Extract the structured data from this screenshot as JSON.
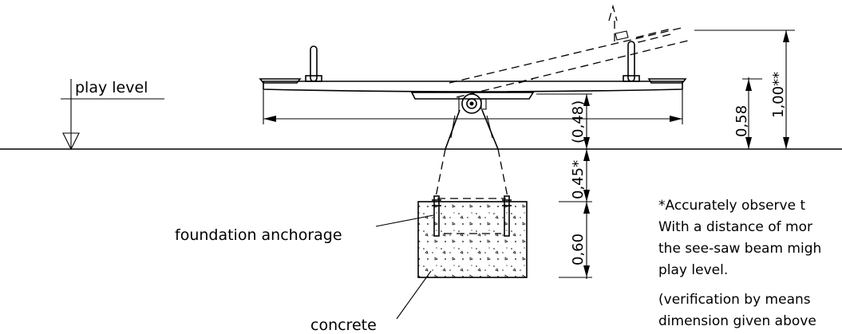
{
  "labels": {
    "play_level": "play level",
    "foundation_anchorage": "foundation anchorage",
    "concrete": "concrete"
  },
  "dimensions": {
    "total_height": "1,00**",
    "seat_height": "0,58",
    "beam_height": "(0,48)",
    "depth_upper": "0,45*",
    "depth_lower": "0,60"
  },
  "note": {
    "line1": "*Accurately observe t",
    "line2": "With a distance of mor",
    "line3": "the see-saw beam migh",
    "line4": "play level.",
    "line5": "(verification by means",
    "line6": "dimension given above"
  }
}
